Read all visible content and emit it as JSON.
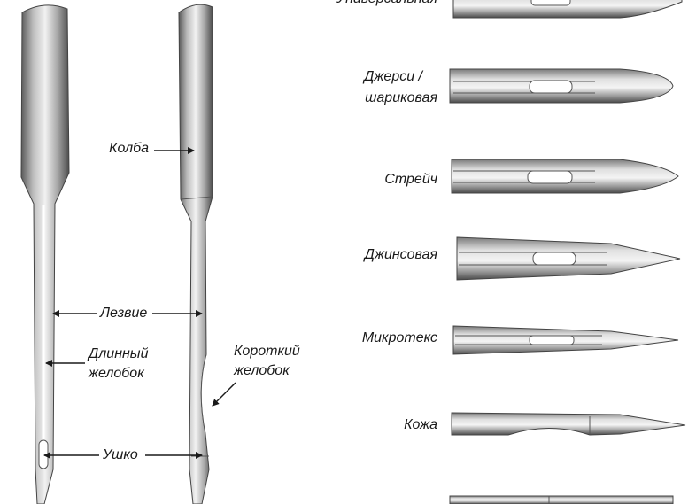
{
  "left_labels": {
    "shank": "Колба",
    "blade": "Лезвие",
    "long_groove_1": "Длинный",
    "long_groove_2": "желобок",
    "short_groove_1": "Короткий",
    "short_groove_2": "желобок",
    "eye": "Ушко"
  },
  "needle_types": [
    {
      "label": "Универсальная",
      "tip": "universal"
    },
    {
      "label": "Джерси /",
      "label2": "шариковая",
      "tip": "ball"
    },
    {
      "label": "Стрейч",
      "tip": "stretch"
    },
    {
      "label": "Джинсовая",
      "tip": "sharp"
    },
    {
      "label": "Микротекс",
      "tip": "slim"
    },
    {
      "label": "Кожа",
      "tip": "wedge"
    }
  ],
  "colors": {
    "ink": "#1a1a1a",
    "metal_dark": "#6b6b6b",
    "metal_light": "#e9e9e9"
  }
}
